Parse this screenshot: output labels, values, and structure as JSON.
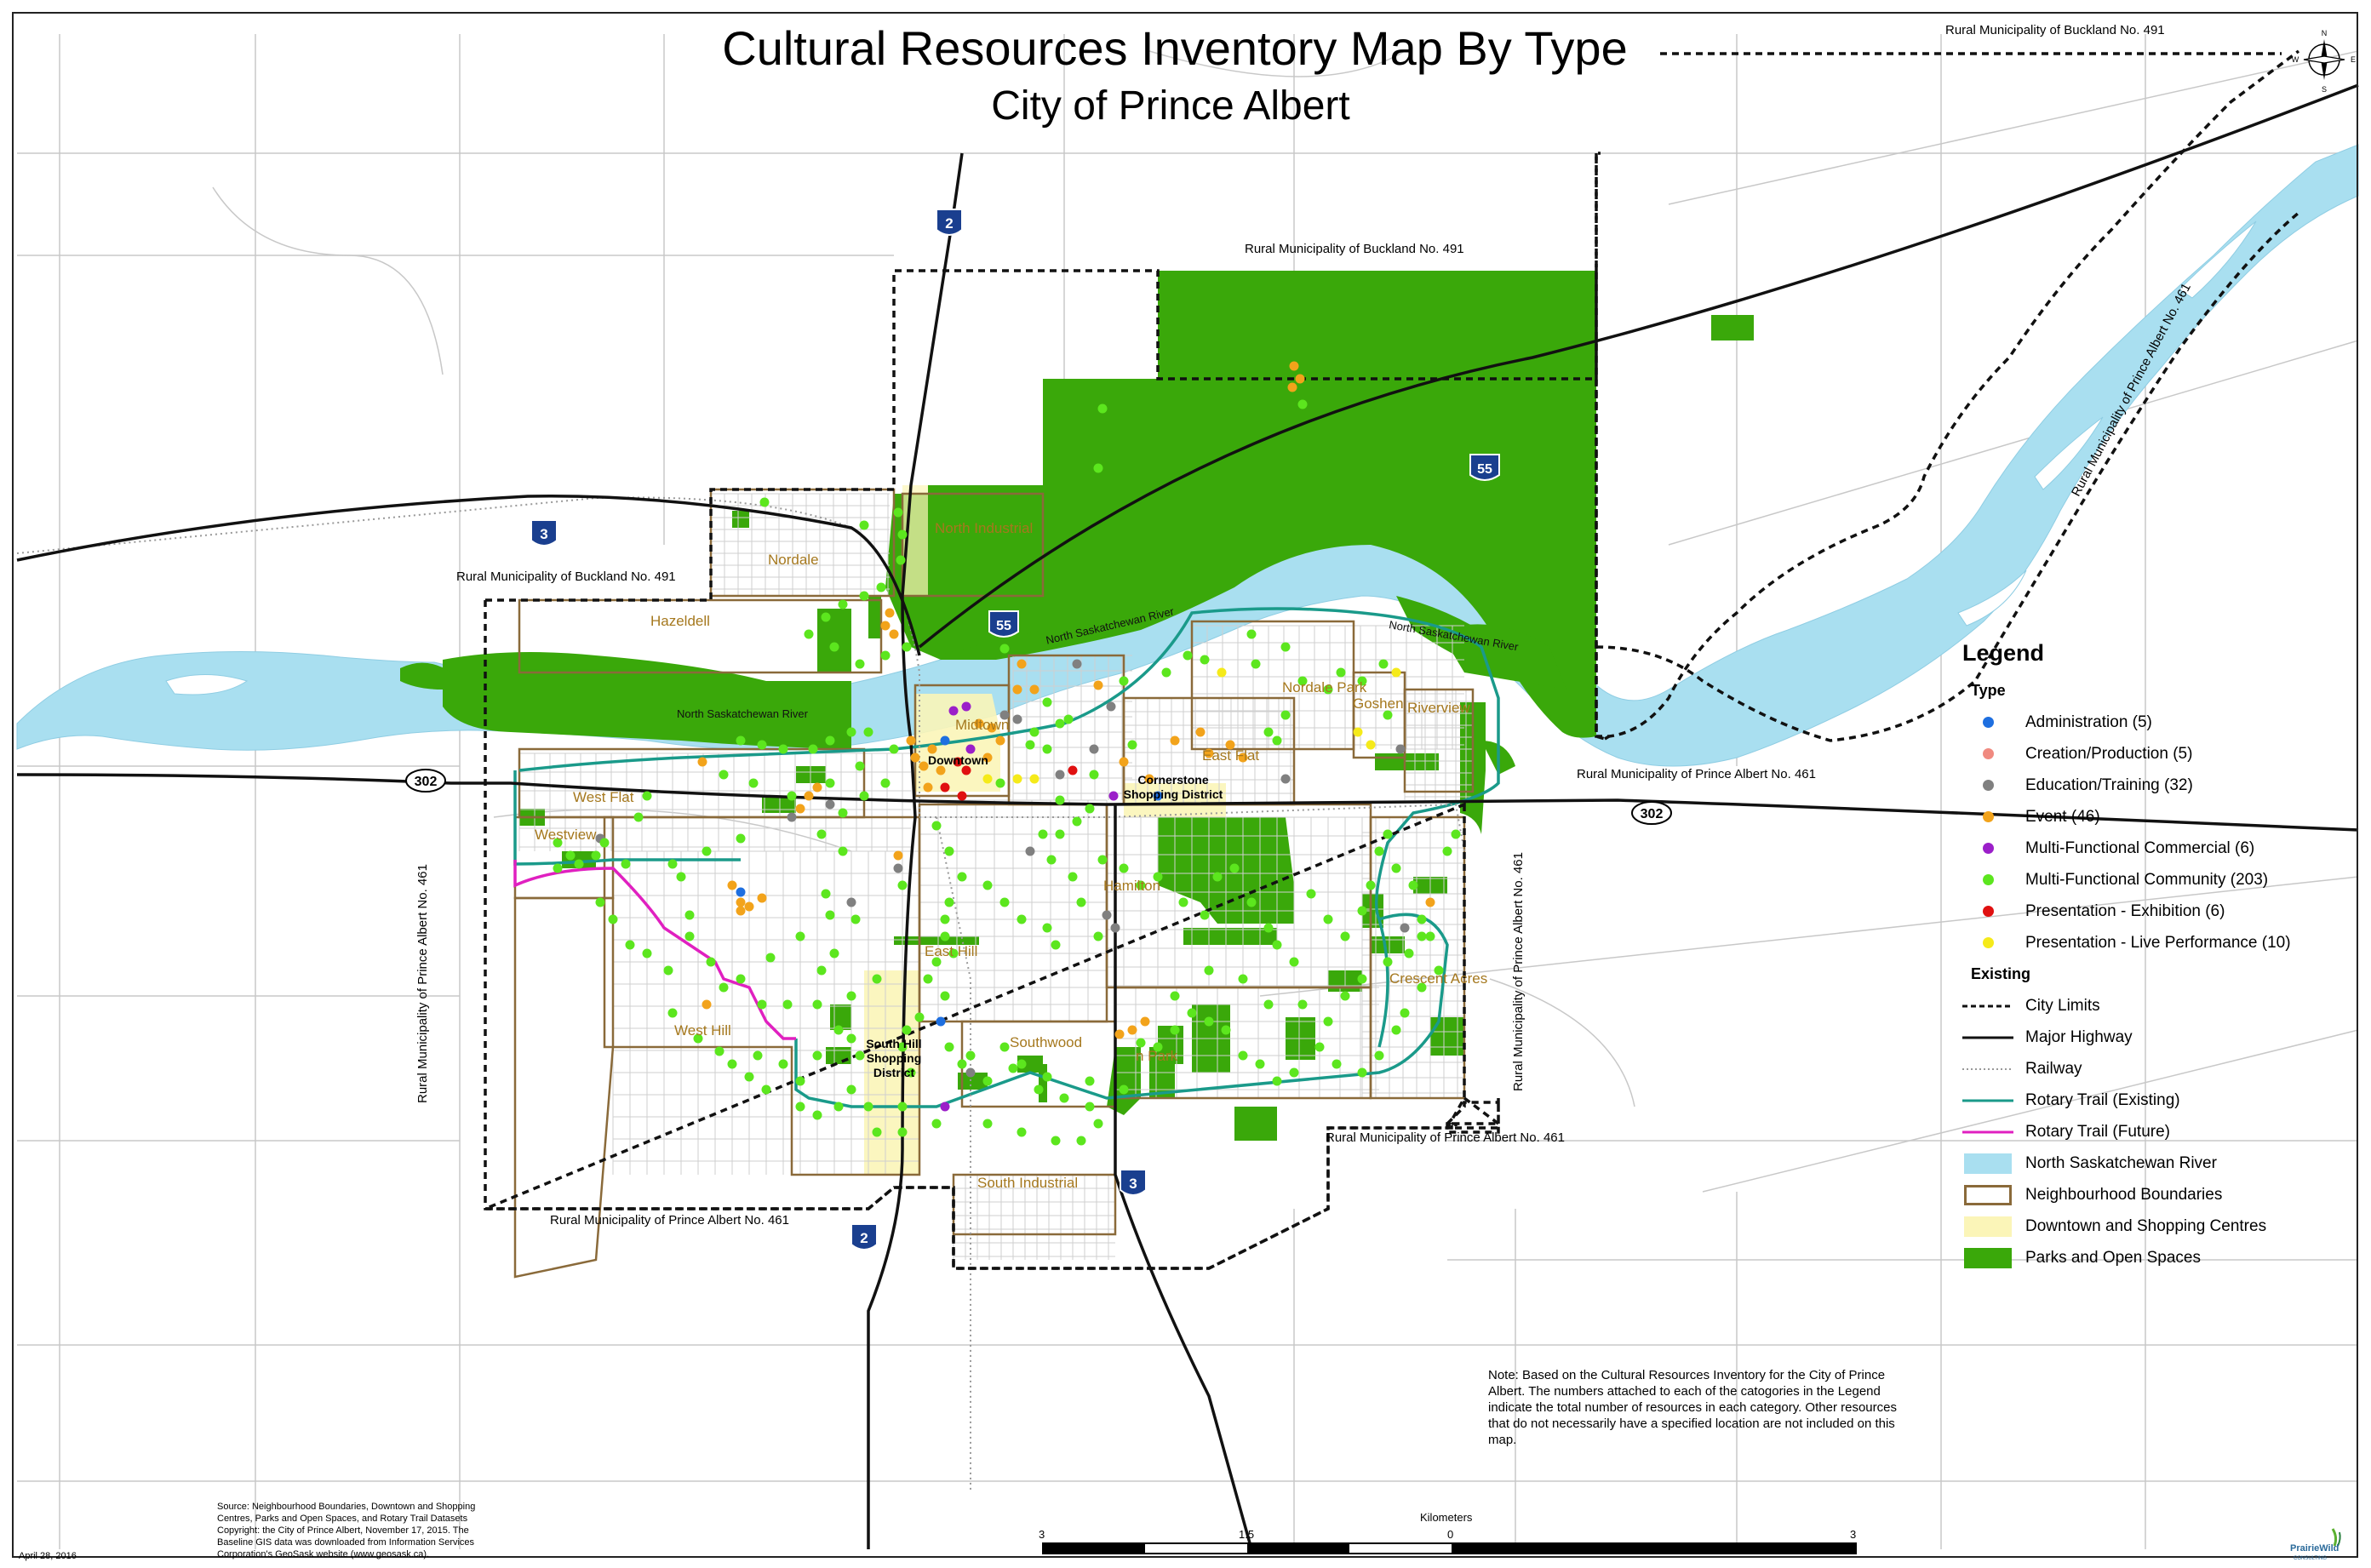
{
  "title": "Cultural Resources Inventory Map By Type",
  "subtitle": "City of Prince Albert",
  "map_labels": {
    "rm_buckland_top": "Rural Municipality of Buckland No. 491",
    "rm_buckland_north": "Rural Municipality of Buckland No. 491",
    "rm_buckland_west": "Rural Municipality of Buckland No. 491",
    "rm_pa_east": "Rural Municipality of Prince Albert No. 461",
    "rm_pa_southeast": "Rural Municipality of Prince Albert No. 461",
    "rm_pa_south": "Rural Municipality of Prince Albert No. 461",
    "rm_pa_west": "Rural Municipality of Prince Albert No. 461",
    "rm_pa_east_vertical": "Rural Municipality of Prince Albert No. 461",
    "rm_pa_northeast_diag": "Rural Municipality of Prince Albert No. 461",
    "river_west": "North Saskatchewan River",
    "river_middle": "North Saskatchewan River",
    "river_east": "North Saskatchewan River"
  },
  "neighbourhoods": {
    "north_industrial": "North Industrial",
    "nordale": "Nordale",
    "hazeldell": "Hazeldell",
    "midtown": "Midtown",
    "downtown": "Downtown",
    "west_flat": "West Flat",
    "westview": "Westview",
    "east_flat": "East Flat",
    "nordale_park": "Nordale Park",
    "goshen": "Goshen",
    "riverview": "Riverview",
    "hamilton": "Hamilton",
    "east_hill": "East Hill",
    "west_hill": "West Hill",
    "southwood": "Southwood",
    "crescent_park": "n Park",
    "crescent_acres": "Crescent Acres",
    "south_industrial": "South Industrial"
  },
  "districts": {
    "cornerstone": "Cornerstone Shopping District",
    "south_hill": "South Hill Shopping District"
  },
  "highways": {
    "hwy2_north": "2",
    "hwy2_south": "2",
    "hwy3_west": "3",
    "hwy3_south": "3",
    "hwy55_east": "55",
    "hwy55_center": "55",
    "hwy302_west": "302",
    "hwy302_east": "302"
  },
  "legend": {
    "title": "Legend",
    "type_heading": "Type",
    "existing_heading": "Existing",
    "types": [
      {
        "label": "Administration (5)",
        "color": "#1e6fe0"
      },
      {
        "label": "Creation/Production (5)",
        "color": "#f08a80"
      },
      {
        "label": "Education/Training (32)",
        "color": "#808080"
      },
      {
        "label": "Event (46)",
        "color": "#f2a31b"
      },
      {
        "label": "Multi-Functional Commercial (6)",
        "color": "#9b1fc9"
      },
      {
        "label": "Multi-Functional Community (203)",
        "color": "#5ce61e"
      },
      {
        "label": "Presentation - Exhibition (6)",
        "color": "#e01010"
      },
      {
        "label": "Presentation - Live Performance (10)",
        "color": "#f5ea1a"
      }
    ],
    "existing": [
      {
        "label": "City Limits",
        "symbol": "dashed"
      },
      {
        "label": "Major Highway",
        "symbol": "solid"
      },
      {
        "label": "Railway",
        "symbol": "rail"
      },
      {
        "label": "Rotary Trail (Existing)",
        "symbol": "teal"
      },
      {
        "label": "Rotary Trail (Future)",
        "symbol": "magenta"
      },
      {
        "label": "North Saskatchewan River",
        "symbol": "river"
      },
      {
        "label": "Neighbourhood Boundaries",
        "symbol": "nbox"
      },
      {
        "label": "Downtown and Shopping Centres",
        "symbol": "yellow"
      },
      {
        "label": "Parks and Open Spaces",
        "symbol": "green"
      }
    ]
  },
  "colors": {
    "river": "#a9dff0",
    "park": "#3aa80a",
    "downtown": "#fbf5b8",
    "trail_existing": "#1a9a8a",
    "trail_future": "#e020c0",
    "neighbourhood": "#8a6a3a"
  },
  "note": "Note: Based on the Cultural Resources Inventory for the City of Prince Albert. The numbers attached to each of the catogories in the Legend indicate the total number of resources in each category. Other resources that do not necessarily have a specified location are not included on this map.",
  "source": "Source: Neighbourhood Boundaries, Downtown and Shopping Centres, Parks and Open Spaces, and Rotary Trail Datasets Copyright: the City of Prince Albert, November 17, 2015. The Baseline GIS data was downloaded from Information Services Corporation's GeoSask website (www.geosask.ca).",
  "date": "April 28, 2016",
  "scale": {
    "unit": "Kilometers",
    "labels": [
      "3",
      "1.5",
      "0",
      "3"
    ]
  },
  "compass": {
    "n": "N",
    "s": "S",
    "e": "E",
    "w": "W"
  },
  "logo": {
    "line1": "PrairieWild",
    "line2": "CONSULTING"
  }
}
